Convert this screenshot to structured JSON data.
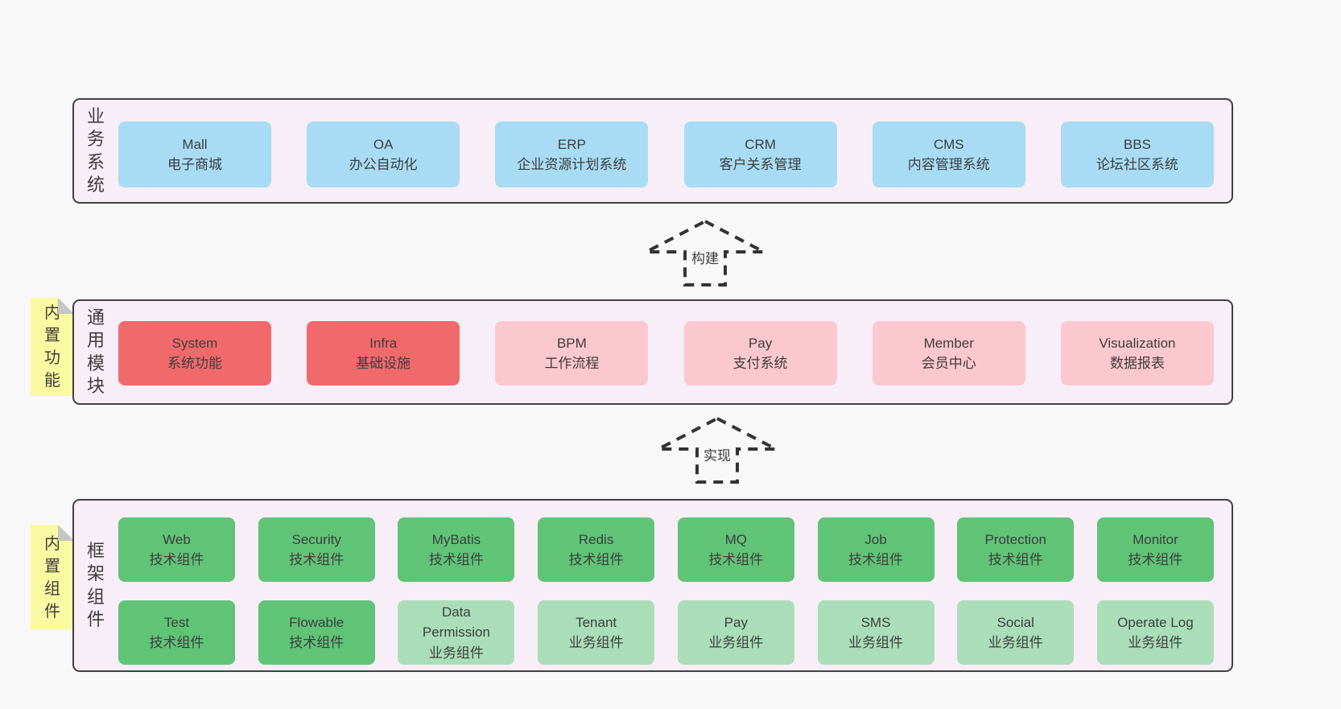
{
  "palette": {
    "page_bg": "#f8f8f8",
    "layer_bg": "#f8eef7",
    "layer_border": "#414141",
    "blue": "#a8dcf4",
    "red": "#f06a6c",
    "pink": "#fcc8d0",
    "green": "#60c477",
    "green_light": "#aadeb8",
    "sticky_yellow": "#fafaa2",
    "fold_gray": "#c6c6c6",
    "text": "#3d3d3d"
  },
  "arrows": {
    "build_label": "构建",
    "implement_label": "实现"
  },
  "business_layer": {
    "label": "业务系统",
    "boxes": [
      {
        "title": "Mall",
        "subtitle": "电子商城",
        "variant": "blue"
      },
      {
        "title": "OA",
        "subtitle": "办公自动化",
        "variant": "blue"
      },
      {
        "title": "ERP",
        "subtitle": "企业资源计划系统",
        "variant": "blue"
      },
      {
        "title": "CRM",
        "subtitle": "客户关系管理",
        "variant": "blue"
      },
      {
        "title": "CMS",
        "subtitle": "内容管理系统",
        "variant": "blue"
      },
      {
        "title": "BBS",
        "subtitle": "论坛社区系统",
        "variant": "blue"
      }
    ]
  },
  "modules_layer": {
    "sticky": "内置功能",
    "label": "通用模块",
    "boxes": [
      {
        "title": "System",
        "subtitle": "系统功能",
        "variant": "red"
      },
      {
        "title": "Infra",
        "subtitle": "基础设施",
        "variant": "red"
      },
      {
        "title": "BPM",
        "subtitle": "工作流程",
        "variant": "pink"
      },
      {
        "title": "Pay",
        "subtitle": "支付系统",
        "variant": "pink"
      },
      {
        "title": "Member",
        "subtitle": "会员中心",
        "variant": "pink"
      },
      {
        "title": "Visualization",
        "subtitle": "数据报表",
        "variant": "pink"
      }
    ]
  },
  "components_layer": {
    "sticky": "内置组件",
    "label": "框架组件",
    "row1": [
      {
        "title": "Web",
        "subtitle": "技术组件",
        "variant": "green"
      },
      {
        "title": "Security",
        "subtitle": "技术组件",
        "variant": "green"
      },
      {
        "title": "MyBatis",
        "subtitle": "技术组件",
        "variant": "green"
      },
      {
        "title": "Redis",
        "subtitle": "技术组件",
        "variant": "green"
      },
      {
        "title": "MQ",
        "subtitle": "技术组件",
        "variant": "green"
      },
      {
        "title": "Job",
        "subtitle": "技术组件",
        "variant": "green"
      },
      {
        "title": "Protection",
        "subtitle": "技术组件",
        "variant": "green"
      },
      {
        "title": "Monitor",
        "subtitle": "技术组件",
        "variant": "green"
      }
    ],
    "row2": [
      {
        "title": "Test",
        "subtitle": "技术组件",
        "variant": "green"
      },
      {
        "title": "Flowable",
        "subtitle": "技术组件",
        "variant": "green"
      },
      {
        "title": "Data Permission",
        "subtitle": "业务组件",
        "variant": "green-light"
      },
      {
        "title": "Tenant",
        "subtitle": "业务组件",
        "variant": "green-light"
      },
      {
        "title": "Pay",
        "subtitle": "业务组件",
        "variant": "green-light"
      },
      {
        "title": "SMS",
        "subtitle": "业务组件",
        "variant": "green-light"
      },
      {
        "title": "Social",
        "subtitle": "业务组件",
        "variant": "green-light"
      },
      {
        "title": "Operate Log",
        "subtitle": "业务组件",
        "variant": "green-light"
      }
    ]
  }
}
